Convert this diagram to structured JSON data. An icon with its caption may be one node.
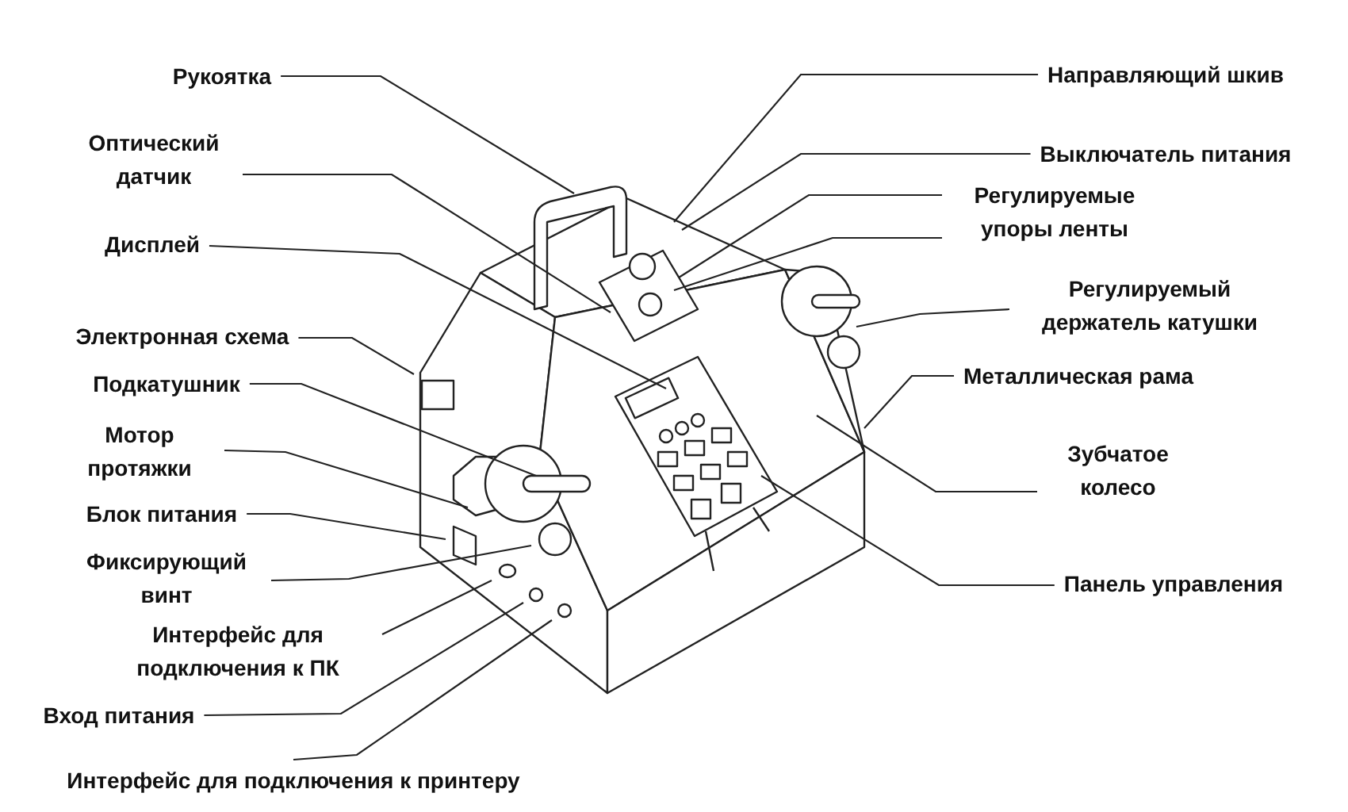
{
  "diagram": {
    "nodes": [
      {
        "text": [
          "Рукоятка"
        ]
      },
      {
        "text": [
          "Оптический датчик"
        ]
      },
      {
        "text": [
          "Дисплей"
        ]
      },
      {
        "text": [
          "Электронная схема"
        ]
      },
      {
        "text": [
          "Подкатушник"
        ]
      },
      {
        "text": [
          "Мотор протяжки"
        ]
      },
      {
        "text": [
          "Блок питания"
        ]
      },
      {
        "text": [
          "Фиксирующий винт"
        ]
      },
      {
        "text": [
          "Интерфейс для подключения к ПК"
        ]
      },
      {
        "text": [
          "Вход питания"
        ]
      },
      {
        "text": [
          "Интерфейс для подключения к принтеру"
        ]
      },
      {
        "text": [
          "Направляющий шкив"
        ]
      },
      {
        "text": [
          "Выключатель питания"
        ]
      },
      {
        "text": [
          "Регулируемые упоры ленты"
        ]
      },
      {
        "text": [
          "Регулируемый держатель катушки"
        ]
      },
      {
        "text": [
          "Металлическая рама"
        ]
      },
      {
        "text": [
          "Зубчатое колесо"
        ]
      },
      {
        "text": [
          "Панель управления"
        ]
      }
    ],
    "edges": [
      {
        "from": 0,
        "to": null,
        "arrow": "none"
      },
      {
        "from": 1,
        "to": null,
        "arrow": "none"
      },
      {
        "from": 2,
        "to": null,
        "arrow": "none"
      },
      {
        "from": 3,
        "to": null,
        "arrow": "none"
      },
      {
        "from": 4,
        "to": null,
        "arrow": "none"
      },
      {
        "from": 5,
        "to": null,
        "arrow": "none"
      },
      {
        "from": 6,
        "to": null,
        "arrow": "none"
      },
      {
        "from": 7,
        "to": null,
        "arrow": "none"
      },
      {
        "from": 8,
        "to": null,
        "arrow": "none"
      },
      {
        "from": 9,
        "to": null,
        "arrow": "none"
      },
      {
        "from": 10,
        "to": null,
        "arrow": "none"
      },
      {
        "from": 11,
        "to": null,
        "arrow": "none"
      },
      {
        "from": 12,
        "to": null,
        "arrow": "none"
      },
      {
        "from": 13,
        "to": null,
        "arrow": "none"
      },
      {
        "from": 13,
        "to": null,
        "arrow": "none"
      },
      {
        "from": 14,
        "to": null,
        "arrow": "none"
      },
      {
        "from": 15,
        "to": null,
        "arrow": "none"
      },
      {
        "from": 16,
        "to": null,
        "arrow": "none"
      },
      {
        "from": 17,
        "to": null,
        "arrow": "none"
      }
    ]
  }
}
